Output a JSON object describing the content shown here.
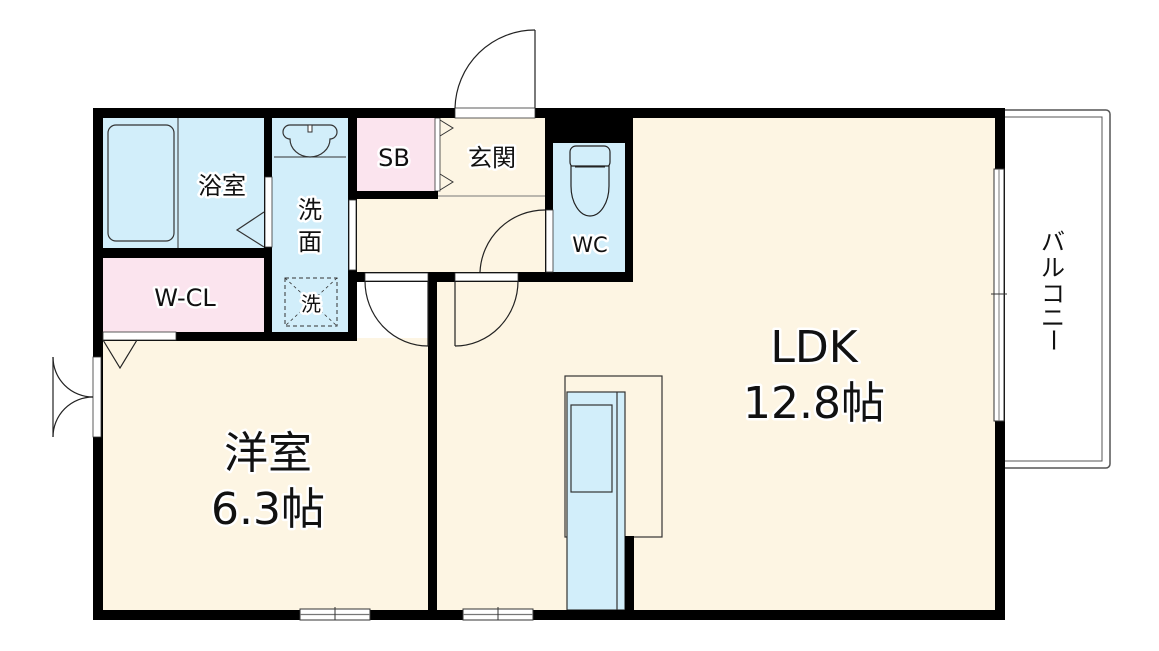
{
  "floorplan": {
    "colors": {
      "wall": "#000000",
      "living": "#fdf5e3",
      "wet": "#d2eefa",
      "storage": "#fbe4ee",
      "balcony": "#ffffff"
    },
    "rooms": {
      "bath": {
        "label": "浴室"
      },
      "washroom": {
        "label_line1": "洗",
        "label_line2": "面"
      },
      "washer": {
        "label": "洗"
      },
      "shoe_box": {
        "label": "SB"
      },
      "entrance": {
        "label": "玄関"
      },
      "toilet": {
        "label": "WC"
      },
      "walk_in_closet": {
        "label": "W-CL"
      },
      "western_room": {
        "label": "洋室",
        "size": "6.3帖"
      },
      "ldk": {
        "label": "LDK",
        "size": "12.8帖"
      },
      "balcony": {
        "label_chars": [
          "バ",
          "ル",
          "コ",
          "ニ",
          "ー"
        ]
      }
    }
  }
}
